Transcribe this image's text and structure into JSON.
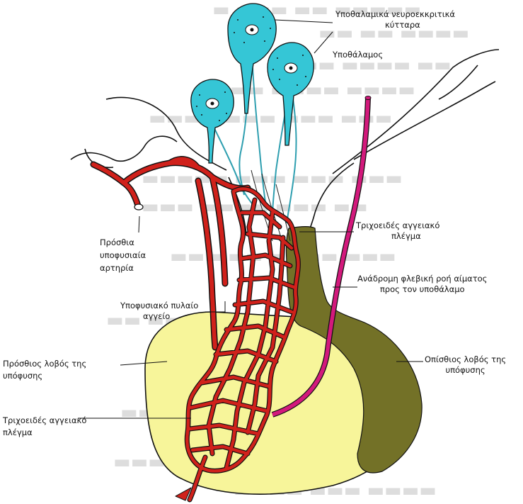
{
  "colors": {
    "anterior_lobe": "#f7f59a",
    "posterior_lobe": "#737127",
    "neuron_cells": "#35c6d6",
    "arteries": "#d0211b",
    "venous_return": "#d3197c",
    "outline": "#111111"
  },
  "labels": {
    "neurosecretory_cells": [
      "Υποθαλαμικά νευροεκκριτικά",
      "κύτταρα"
    ],
    "hypothalamus": "Υποθάλαμος",
    "capillary_plexus_top": [
      "Τριχοειδές αγγειακό",
      "πλέγμα"
    ],
    "venous_return": [
      "Ανάδρομη φλεβική ροή αίματος",
      "προς τον υποθάλαμο"
    ],
    "posterior_lobe": [
      "Οπίσθιος λοβός της",
      "υπόφυσης"
    ],
    "anterior_artery": [
      "Πρόσθια",
      "υποφυσιαία",
      "αρτηρία"
    ],
    "portal_vessel": [
      "Υποφυσιακό πυλαίο",
      "αγγείο"
    ],
    "anterior_lobe": [
      "Πρόσθιος λοβός της",
      "υπόφυσης"
    ],
    "capillary_plexus_bottom": [
      "Τριχοειδές αγγειακό",
      "πλέγμα"
    ]
  }
}
